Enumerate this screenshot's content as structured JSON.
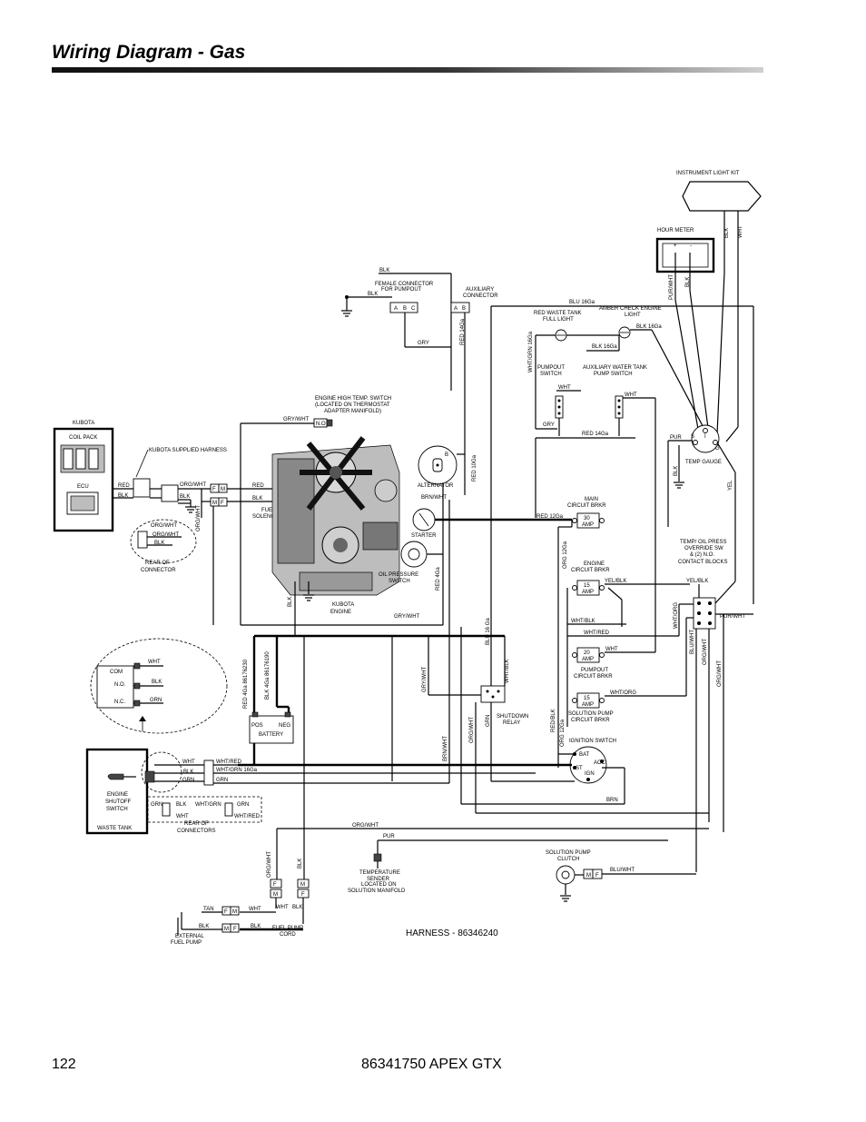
{
  "page": {
    "title": "Wiring Diagram - Gas",
    "page_number": "122",
    "doc_id": "86341750  APEX GTX"
  },
  "diagram": {
    "harness": "HARNESS - 86346240",
    "components": {
      "instrument_light_kit": "INSTRUMENT LIGHT KIT",
      "hour_meter": "HOUR METER",
      "female_connector_1": "FEMALE CONNECTOR",
      "female_connector_2": "FOR PUMPOUT",
      "auxiliary_connector_1": "AUXILIARY",
      "auxiliary_connector_2": "CONNECTOR",
      "red_waste_tank_1": "RED WASTE TANK",
      "red_waste_tank_2": "FULL LIGHT",
      "amber_check_1": "AMBER CHECK ENGINE",
      "amber_check_2": "LIGHT",
      "pumpout_switch_1": "PUMPOUT",
      "pumpout_switch_2": "SWITCH",
      "aux_water_1": "AUXILIARY WATER TANK",
      "aux_water_2": "PUMP SWITCH",
      "temp_gauge": "TEMP GAUGE",
      "engine_high_temp_1": "ENGINE HIGH TEMP. SWITCH",
      "engine_high_temp_2": "(LOCATED ON THERMOSTAT",
      "engine_high_temp_3": "ADAPTER MANIFOLD)",
      "kubota": "KUBOTA",
      "coil_pack": "COIL PACK",
      "ecu": "ECU",
      "kubota_harness": "KUBOTA SUPPLIED HARNESS",
      "fuel_solenoid_1": "FUEL",
      "fuel_solenoid_2": "SOLENOID",
      "alternator": "ALTERNATOR",
      "starter": "STARTER",
      "oil_pressure_1": "OIL PRESSURE",
      "oil_pressure_2": "SWITCH",
      "kubota_engine_1": "KUBOTA",
      "kubota_engine_2": "ENGINE",
      "rear_connector_1": "REAR OF",
      "rear_connector_2": "CONNECTOR",
      "main_brkr_1": "MAIN",
      "main_brkr_2": "CIRCUIT BRKR",
      "engine_brkr_1": "ENGINE",
      "engine_brkr_2": "CIRCUIT BRKR",
      "pumpout_brkr_1": "PUMPOUT",
      "pumpout_brkr_2": "CIRCUIT BRKR",
      "solution_brkr_1": "SOLUTION PUMP",
      "solution_brkr_2": "CIRCUIT BRKR",
      "override_1": "TEMP/ OIL PRESS",
      "override_2": "OVERRIDE SW",
      "override_3": "& (2) N.O.",
      "override_4": "CONTACT BLOCKS",
      "ignition_switch": "IGNITION SWITCH",
      "shutdown_relay_1": "SHUTDOWN",
      "shutdown_relay_2": "RELAY",
      "battery": "BATTERY",
      "engine_shutoff_1": "ENGINE",
      "engine_shutoff_2": "SHUTOFF",
      "engine_shutoff_3": "SWITCH",
      "waste_tank": "WASTE TANK",
      "rear_connectors_1": "REAR OF",
      "rear_connectors_2": "CONNECTORS",
      "temp_sender_1": "TEMPERATURE",
      "temp_sender_2": "SENDER",
      "temp_sender_3": "LOCATED ON",
      "temp_sender_4": "SOLUTION MANIFOLD",
      "solution_clutch_1": "SOLUTION PUMP",
      "solution_clutch_2": "CLUTCH",
      "external_fuel_1": "EXTERNAL",
      "external_fuel_2": "FUEL PUMP",
      "fuel_cord_1": "FUEL PUMP",
      "fuel_cord_2": "CORD"
    },
    "breaker_ratings": {
      "main": "30",
      "engine": "15",
      "pumpout": "20",
      "solution": "15",
      "unit": "AMP"
    },
    "wires": {
      "blk": "BLK",
      "wht": "WHT",
      "red": "RED",
      "grn": "GRN",
      "gry": "GRY",
      "pur": "PUR",
      "yel": "YEL",
      "brn": "BRN",
      "tan": "TAN",
      "blu_16": "BLU 16Ga",
      "blk_16": "BLK 16Ga",
      "red_14": "RED 14Ga",
      "red_12": "RED 12Ga",
      "red_10": "RED 10Ga",
      "red_4": "RED 4Ga",
      "gry_wht": "GRY/WHT",
      "org_wht": "ORG/WHT",
      "org_12": "ORG 12Ga",
      "brn_wht": "BRN/WHT",
      "pur_wht": "PUR/WHT",
      "yel_blk": "YEL/BLK",
      "wht_blk": "WHT/BLK",
      "wht_red": "WHT/RED",
      "wht_org": "WHT/ORG",
      "wht_grn": "WHT/GRN",
      "wht_grn_16": "WHT/GRN 16Ga",
      "blu_wht": "BLU/WHT",
      "red_blk": "RED/BLK",
      "blu_16_v": "BLU 16 Ga",
      "red_4_num": "RED 4Ga  86176230",
      "blk_4_num": "BLK 4Ga  86176190"
    },
    "terminals": {
      "f": "F",
      "m": "M",
      "no": "N.O",
      "a": "A",
      "b": "B",
      "c": "C",
      "pos": "POS",
      "neg": "NEG",
      "com": "COM",
      "n_o": "N.O.",
      "n_c": "N.C.",
      "bat": "BAT",
      "acc": "ACC",
      "st": "ST",
      "ign": "IGN",
      "plus": "+",
      "minus": "-",
      "s": "S",
      "g": "G",
      "i": "I"
    }
  }
}
